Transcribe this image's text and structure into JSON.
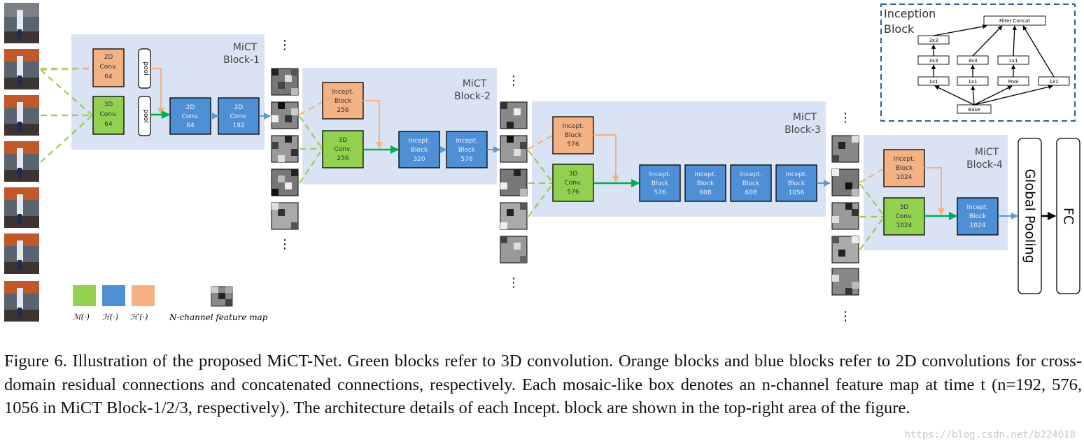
{
  "blocks": [
    {
      "title1": "MiCT",
      "title2": "Block-1",
      "orange": [
        "2D",
        "Conv.",
        "64"
      ],
      "green": [
        "3D",
        "Conv.",
        "64"
      ],
      "pool": "pool",
      "blue": [
        [
          "2D",
          "Conv.",
          "64"
        ],
        [
          "2D",
          "Conv.",
          "192"
        ]
      ]
    },
    {
      "title1": "MiCT",
      "title2": "Block-2",
      "orange": [
        "Incept.",
        "Block",
        "256"
      ],
      "green": [
        "3D",
        "Conv.",
        "256"
      ],
      "blue": [
        [
          "Incept.",
          "Block",
          "320"
        ],
        [
          "Incept.",
          "Block",
          "576"
        ]
      ]
    },
    {
      "title1": "MiCT",
      "title2": "Block-3",
      "orange": [
        "Incept.",
        "Block",
        "576"
      ],
      "green": [
        "3D",
        "Conv.",
        "576"
      ],
      "blue": [
        [
          "Incept.",
          "Block",
          "576"
        ],
        [
          "Incept.",
          "Block",
          "608"
        ],
        [
          "Incept.",
          "Block",
          "608"
        ],
        [
          "Incept.",
          "Block",
          "1056"
        ]
      ]
    },
    {
      "title1": "MiCT",
      "title2": "Block-4",
      "orange": [
        "Incept.",
        "Block",
        "1024"
      ],
      "green": [
        "3D",
        "Conv.",
        "1024"
      ],
      "blue": [
        [
          "Incept.",
          "Block",
          "1024"
        ]
      ]
    }
  ],
  "inception": {
    "title1": "Inception",
    "title2": "Block",
    "filter_concat": "Filter Concat",
    "k3x3_top": "3x3",
    "k3x3_a": "3x3",
    "k3x3_b": "3x3",
    "k1x1_mid": "1x1",
    "k1x1_a": "1x1",
    "k1x1_b": "1x1",
    "pool": "Pool",
    "k1x1_c": "1x1",
    "base": "Base"
  },
  "global_pooling": "Global Pooling",
  "fc": "FC",
  "legend": {
    "m": "ℳ(·)",
    "h": "ℋ(·)",
    "hp": "ℋ′(·)",
    "fm": "N-channel feature map"
  },
  "colors": {
    "green": "#92d050",
    "blue": "#4f8fd6",
    "orange": "#f4b183",
    "panel": "#dae3f3",
    "green_arrow": "#00b050",
    "blue_arrow": "#5b9bd5",
    "orange_arrow": "#f4b183"
  },
  "caption": "Figure 6. Illustration of the proposed MiCT-Net. Green blocks refer to 3D convolution. Orange blocks and blue blocks refer to 2D convolutions for cross-domain residual connections and concatenated connections, respectively. Each mosaic-like box denotes an n-channel feature map at time t (n=192, 576, 1056 in MiCT Block-1/2/3, respectively). The architecture details of each Incept. block are shown in the top-right area of the figure.",
  "watermark": "https://blog.csdn.net/b224618"
}
